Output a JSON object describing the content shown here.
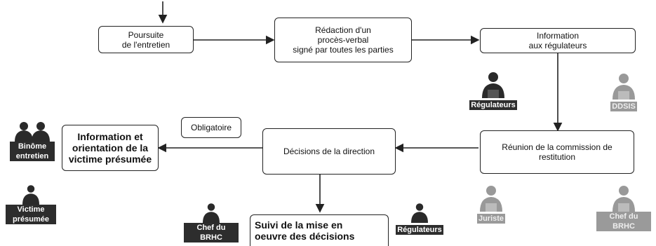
{
  "nodes": {
    "poursuite": [
      "Poursuite",
      "de l'entretien"
    ],
    "redaction": [
      "Rédaction d'un",
      "procès-verbal",
      "signé par toutes les parties"
    ],
    "information_regulateurs": [
      "Information",
      "aux régulateurs"
    ],
    "reunion": [
      "Réunion de la commission de",
      "restitution"
    ],
    "decisions": [
      "Décisions de la direction"
    ],
    "obligatoire": [
      "Obligatoire"
    ],
    "information_victime": [
      "Information et",
      "orientation de la",
      "victime présumée"
    ],
    "suivi": [
      "Suivi de la mise en",
      "oeuvre des décisions"
    ]
  },
  "actors": {
    "regulateurs_top": "Régulateurs",
    "ddsis": "DDSIS",
    "binome": [
      "Binôme",
      "entretien"
    ],
    "victime": [
      "Victime",
      "présumée"
    ],
    "chef_brhc_bottom": [
      "Chef du",
      "BRHC"
    ],
    "regulateurs_bottom": "Régulateurs",
    "juriste": "Juriste",
    "chef_brhc_right": [
      "Chef du",
      "BRHC"
    ]
  }
}
